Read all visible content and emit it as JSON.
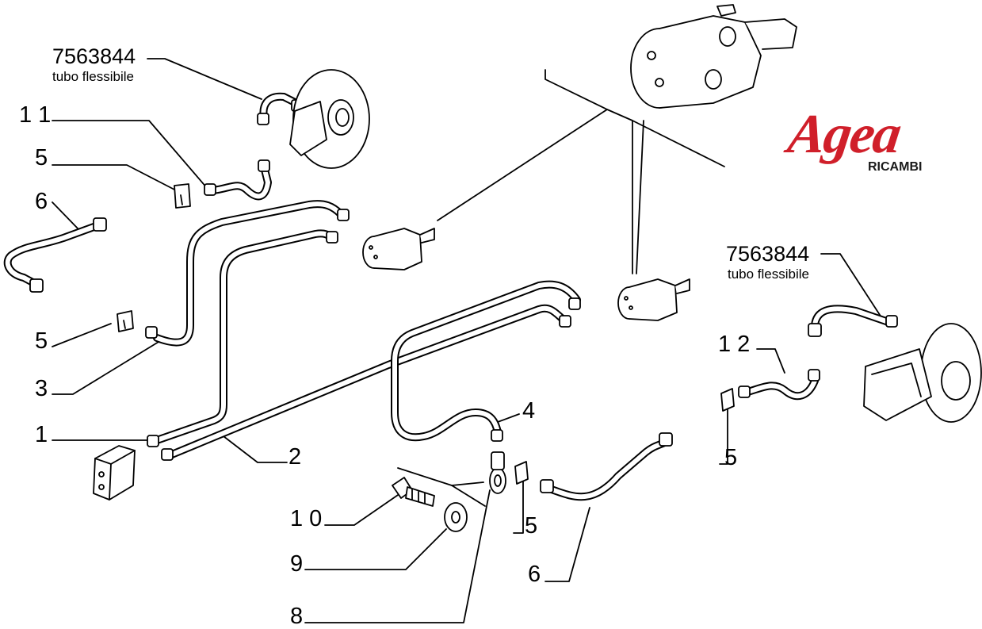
{
  "logo": {
    "brand": "Agea",
    "subtitle": "RICAMBI",
    "color": "#d01f2a"
  },
  "part_numbers": [
    {
      "number": "7563844",
      "desc": "tubo flessibile"
    },
    {
      "number": "7563844",
      "desc": "tubo flessibile"
    }
  ],
  "callouts": {
    "c11": "1 1",
    "c5a": "5",
    "c6a": "6",
    "c5b": "5",
    "c3": "3",
    "c1": "1",
    "c2": "2",
    "c4": "4",
    "c10": "1 0",
    "c9": "9",
    "c8": "8",
    "c5c": "5",
    "c6b": "6",
    "c12": "1 2",
    "c5d": "5"
  }
}
